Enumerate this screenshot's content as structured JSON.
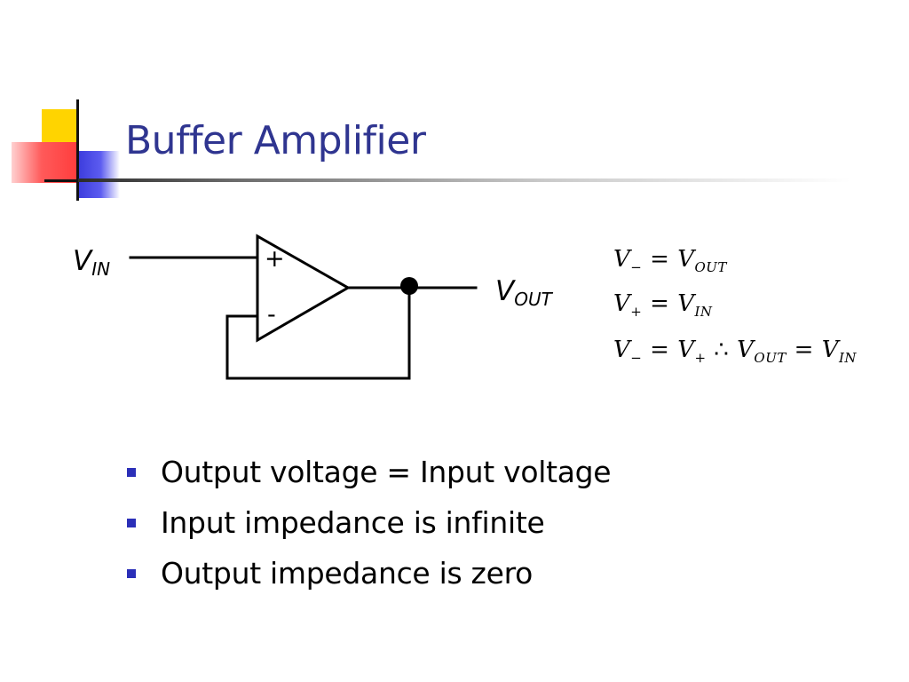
{
  "slide": {
    "title": "Buffer Amplifier"
  },
  "circuit": {
    "vin_main": "V",
    "vin_sub": "IN",
    "vout_main": "V",
    "vout_sub": "OUT",
    "plus_input": "+",
    "minus_input": "-"
  },
  "equations": [
    {
      "lhs": "V",
      "lhs_sub": "−",
      "op": " = ",
      "rhs": "V",
      "rhs_sub": "OUT"
    },
    {
      "lhs": "V",
      "lhs_sub": "+",
      "op": " = ",
      "rhs": "V",
      "rhs_sub": "IN"
    },
    {
      "lhs": "V",
      "lhs_sub": "−",
      "op": " = ",
      "mid": "V",
      "mid_sub": "+",
      "therefore": " ∴ ",
      "a": "V",
      "a_sub": "OUT",
      "op2": " = ",
      "b": "V",
      "b_sub": "IN"
    }
  ],
  "bullets": [
    "Output voltage = Input voltage",
    "Input impedance is infinite",
    "Output impedance is zero"
  ],
  "colors": {
    "title": "#2f3590",
    "bullet_marker": "#2b2fb8",
    "logo_yellow": "#ffd400",
    "logo_blue": "#3b3bdc",
    "logo_red": "#ff3c3c"
  }
}
